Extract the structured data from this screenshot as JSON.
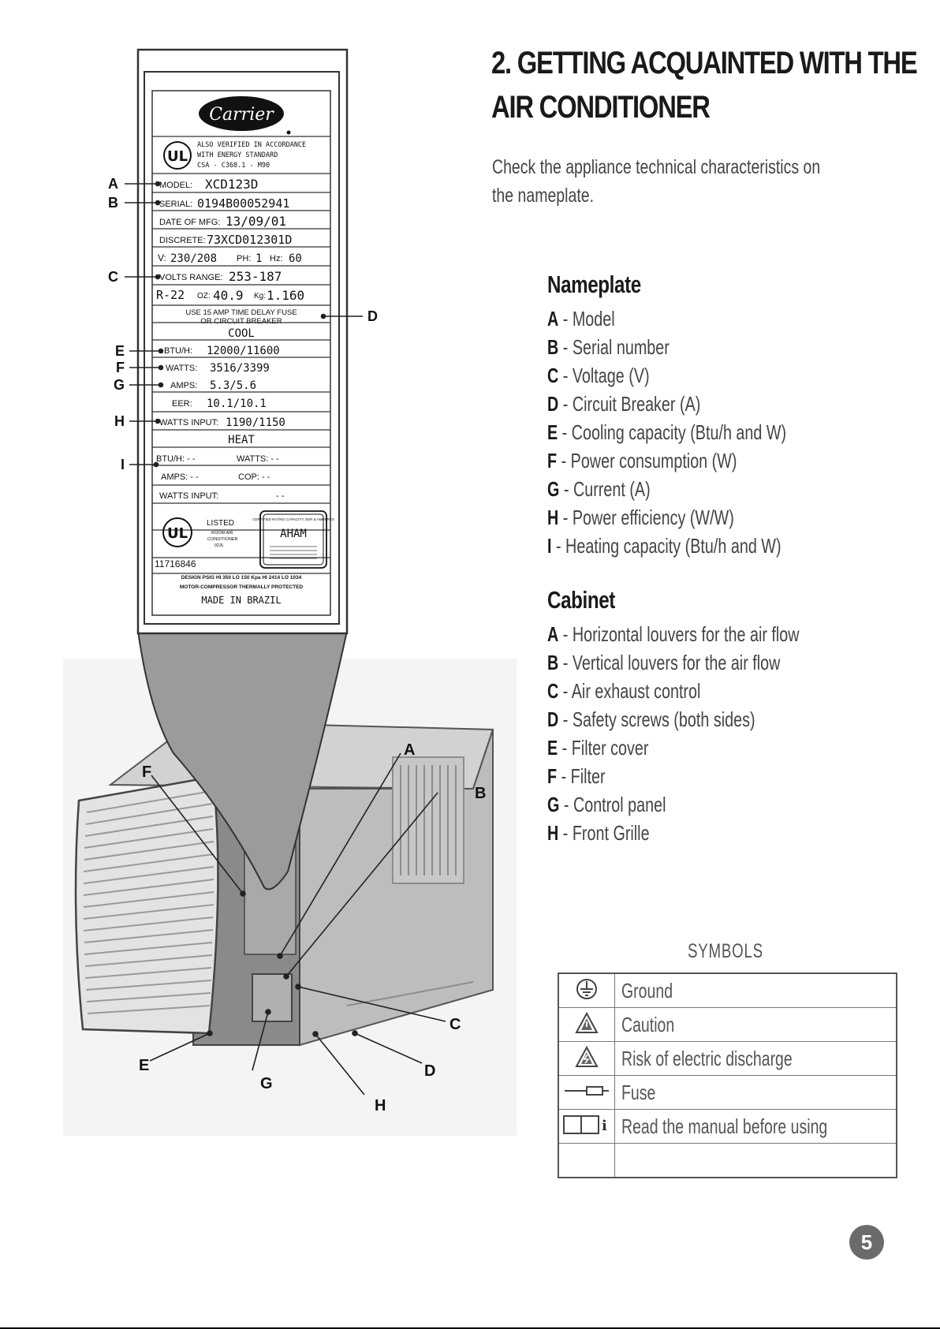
{
  "page": {
    "title_line1": "2. GETTING ACQUAINTED WITH THE",
    "title_line2": "AIR CONDITIONER",
    "intro": "Check the appliance technical characteristics on the nameplate.",
    "page_number": "5"
  },
  "nameplate_section": {
    "heading": "Nameplate",
    "items": [
      {
        "letter": "A",
        "text": " - Model"
      },
      {
        "letter": "B",
        "text": " - Serial number"
      },
      {
        "letter": "C",
        "text": " - Voltage (V)"
      },
      {
        "letter": "D",
        "text": " - Circuit Breaker (A)"
      },
      {
        "letter": "E",
        "text": " - Cooling capacity (Btu/h and W)"
      },
      {
        "letter": "F",
        "text": " - Power consumption (W)"
      },
      {
        "letter": "G",
        "text": " - Current (A)"
      },
      {
        "letter": "H",
        "text": " - Power efficiency (W/W)"
      },
      {
        "letter": "I",
        "text": " - Heating capacity (Btu/h and W)"
      }
    ]
  },
  "cabinet_section": {
    "heading": "Cabinet",
    "items": [
      {
        "letter": "A",
        "text": " - Horizontal louvers for the air flow"
      },
      {
        "letter": "B",
        "text": " - Vertical louvers for the air flow"
      },
      {
        "letter": "C",
        "text": " - Air exhaust control"
      },
      {
        "letter": "D",
        "text": " - Safety screws (both sides)"
      },
      {
        "letter": "E",
        "text": " - Filter cover"
      },
      {
        "letter": "F",
        "text": " - Filter"
      },
      {
        "letter": "G",
        "text": " - Control panel"
      },
      {
        "letter": "H",
        "text": " - Front Grille"
      }
    ]
  },
  "symbols": {
    "title": "SYMBOLS",
    "rows": [
      {
        "icon": "ground-icon",
        "label": "Ground"
      },
      {
        "icon": "caution-icon",
        "label": "Caution"
      },
      {
        "icon": "electric-risk-icon",
        "label": "Risk of electric discharge"
      },
      {
        "icon": "fuse-icon",
        "label": "Fuse"
      },
      {
        "icon": "manual-info-icon",
        "label": "Read the manual before using"
      },
      {
        "icon": "",
        "label": ""
      }
    ]
  },
  "nameplate_label": {
    "brand": "Carrier",
    "ul_note_1": "ALSO VERIFIED IN ACCORDANCE",
    "ul_note_2": "WITH ENERGY STANDARD",
    "ul_note_3": "CSA - C368.1 - M90",
    "model_label": "MODEL:",
    "model_value": "XCD123D",
    "serial_label": "SERIAL:",
    "serial_value": "0194B00052941",
    "mfg_label": "DATE OF MFG:",
    "mfg_value": "13/09/01",
    "discrete_label": "DISCRETE:",
    "discrete_value": "73XCD012301D",
    "v_label": "V:",
    "v_value": "230/208",
    "ph_label": "PH:",
    "ph_value": "1",
    "hz_label": "Hz:",
    "hz_value": "60",
    "volts_range_label": "VOLTS RANGE:",
    "volts_range_value": "253-187",
    "refrigerant": "R-22",
    "oz_label": "OZ:",
    "oz_value": "40.9",
    "kg_label": "Kg:",
    "kg_value": "1.160",
    "fuse_line1": "USE 15 AMP TIME DELAY FUSE",
    "fuse_line2": "OR CIRCUIT BREAKER",
    "cool_heading": "COOL",
    "btuh_label": "BTU/H:",
    "btuh_value": "12000/11600",
    "watts_label": "WATTS:",
    "watts_value": "3516/3399",
    "amps_label": "AMPS:",
    "amps_value": "5.3/5.6",
    "eer_label": "EER:",
    "eer_value": "10.1/10.1",
    "watts_input_label": "WATTS INPUT:",
    "watts_input_value": "1190/1150",
    "heat_heading": "HEAT",
    "heat_btuh": "BTU/H:  -  -",
    "heat_watts": "WATTS:  -  -",
    "heat_amps": "AMPS:  -  -",
    "heat_cop": "COP:  -  -",
    "heat_watts_input": "WATTS INPUT:",
    "heat_watts_input_value": "-  -",
    "ul_listed": "LISTED",
    "ul_listed_sub_1": "ROOM AIR",
    "ul_listed_sub_2": "CONDITIONER",
    "ul_listed_sub_3": "922L",
    "aham_top": "CERTIFIED RATING CAPACITY, EER & AMPERES",
    "aham": "AHAM",
    "ul_number": "11716846",
    "design_line1": "DESIGN PSIG HI 350 LO 150 Kpa HI 2414 LO 1034",
    "design_line2": "MOTOR-COMPRESSOR THERMALLY PROTECTED",
    "made_in": "MADE IN BRAZIL"
  },
  "callouts": {
    "nameplate": [
      "A",
      "B",
      "C",
      "D",
      "E",
      "F",
      "G",
      "H",
      "I"
    ],
    "cabinet": [
      "A",
      "B",
      "C",
      "D",
      "E",
      "F",
      "G",
      "H"
    ]
  }
}
